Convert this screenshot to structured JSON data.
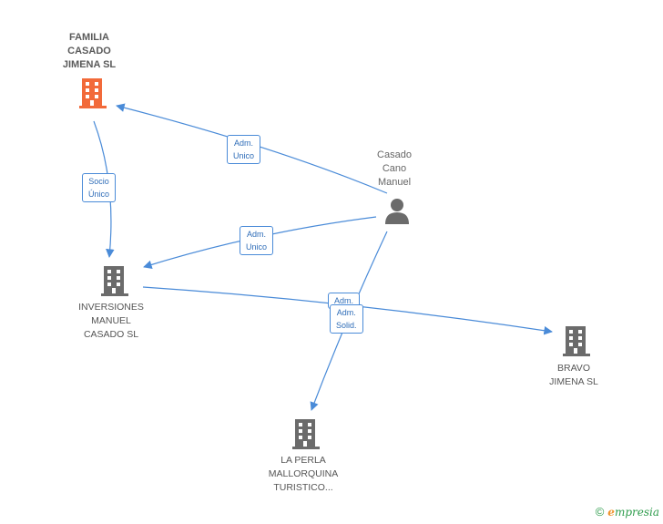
{
  "nodes": {
    "familia": {
      "label": "FAMILIA\nCASADO\nJIMENA SL",
      "icon": "building-icon",
      "color": "#f26a3a"
    },
    "inversiones": {
      "label": "INVERSIONES\nMANUEL\nCASADO SL",
      "icon": "building-icon",
      "color": "#6b6b6b"
    },
    "bravo": {
      "label": "BRAVO\nJIMENA SL",
      "icon": "building-icon",
      "color": "#6b6b6b"
    },
    "perla": {
      "label": "LA PERLA\nMALLORQUINA\nTURISTICO...",
      "icon": "building-icon",
      "color": "#6b6b6b"
    },
    "casado": {
      "label": "Casado\nCano\nManuel",
      "icon": "person-icon",
      "color": "#6b6b6b"
    }
  },
  "edge_labels": {
    "adm_unico_familia": "Adm.\nUnico",
    "socio_unico": "Socio\nÚnico",
    "adm_unico_inversiones": "Adm.\nUnico",
    "adm_back": "Adm.",
    "adm_solid": "Adm.\nSolid."
  },
  "colors": {
    "edge": "#4a8bd8",
    "accent": "#f26a3a"
  },
  "footer": {
    "copyright": "©",
    "brand_e": "e",
    "brand_rest": "mpresia"
  }
}
